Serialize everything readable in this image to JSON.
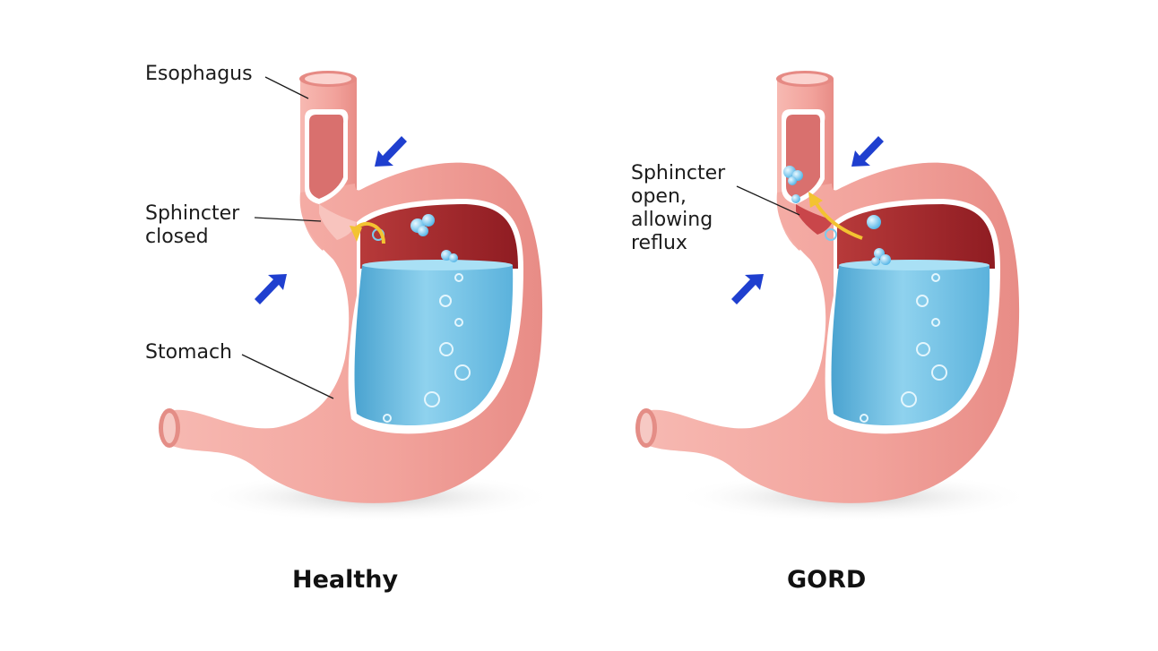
{
  "panels": {
    "healthy": {
      "caption": "Healthy",
      "labels": {
        "esophagus": "Esophagus",
        "sphincter": "Sphincter closed",
        "stomach": "Stomach"
      }
    },
    "gord": {
      "caption": "GORD",
      "labels": {
        "sphincter": "Sphincter open, allowing reflux"
      }
    }
  },
  "colors": {
    "stomach_wall": "#f4a9a4",
    "stomach_inner": "#fbd0cc",
    "lining": "#a3262c",
    "acid": "#6fc2e4",
    "pressure_arrows": "#1f3fcf",
    "flow_arrow": "#f3c331"
  },
  "icons": [
    "pressure-arrow-icon",
    "flow-arrow-icon",
    "bubble-icon"
  ]
}
